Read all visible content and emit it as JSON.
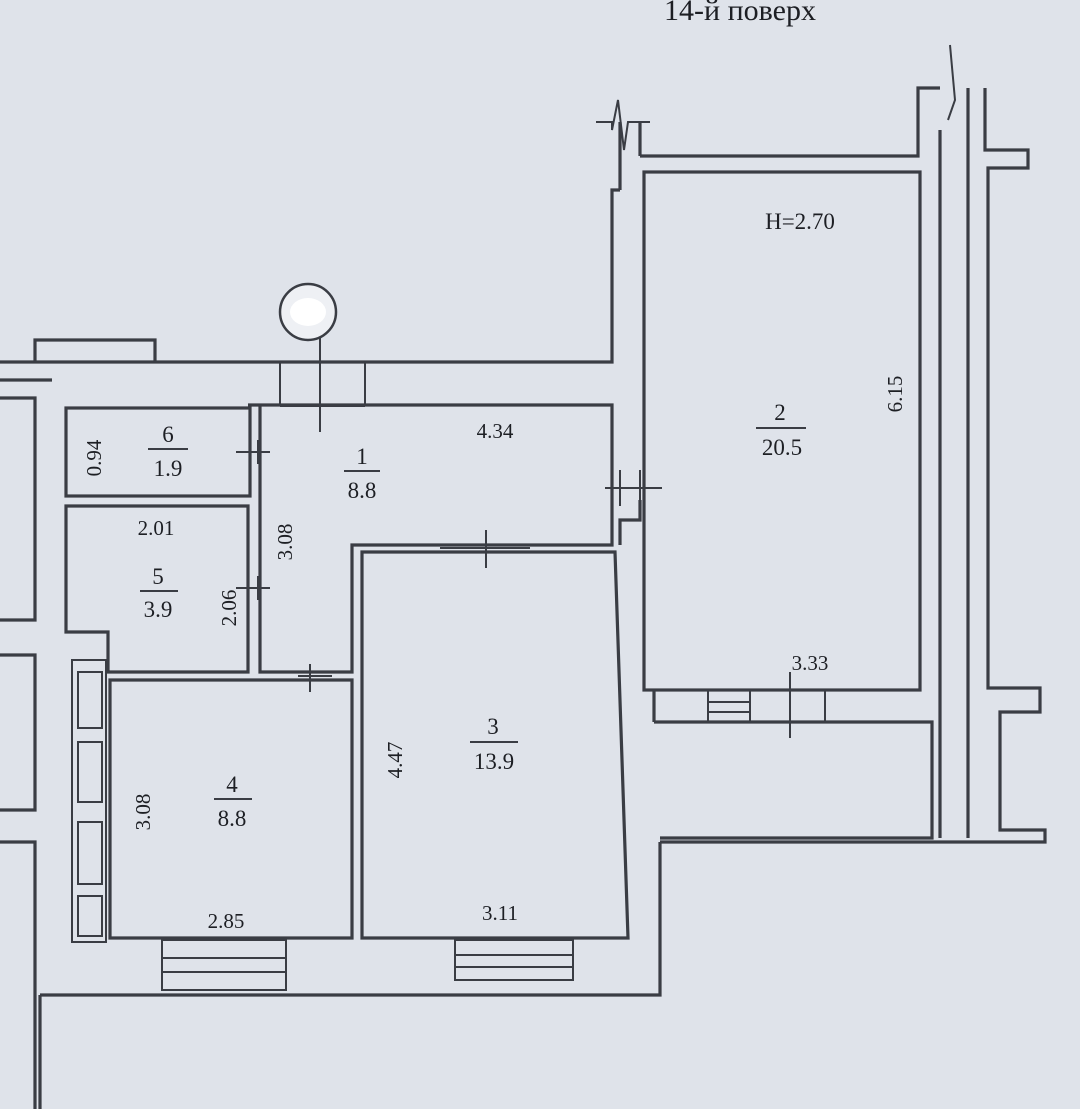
{
  "floor_label": "14-й поверх",
  "ceiling_height": "H=2.70",
  "rooms": [
    {
      "number": "1",
      "area": "8.8"
    },
    {
      "number": "2",
      "area": "20.5"
    },
    {
      "number": "3",
      "area": "13.9"
    },
    {
      "number": "4",
      "area": "8.8"
    },
    {
      "number": "5",
      "area": "3.9"
    },
    {
      "number": "6",
      "area": "1.9"
    }
  ],
  "dimensions": {
    "room1_width": "4.34",
    "room1_height": "3.08",
    "room2_height": "6.15",
    "room2_width": "3.33",
    "room3_height": "4.47",
    "room3_width": "3.11",
    "room4_height": "3.08",
    "room4_width": "2.85",
    "room5_width": "2.01",
    "room5_height": "2.06",
    "room6_height": "0.94"
  },
  "colors": {
    "paper": "#dfe3ea",
    "line": "#3a3d44",
    "text": "#1d1f24"
  }
}
